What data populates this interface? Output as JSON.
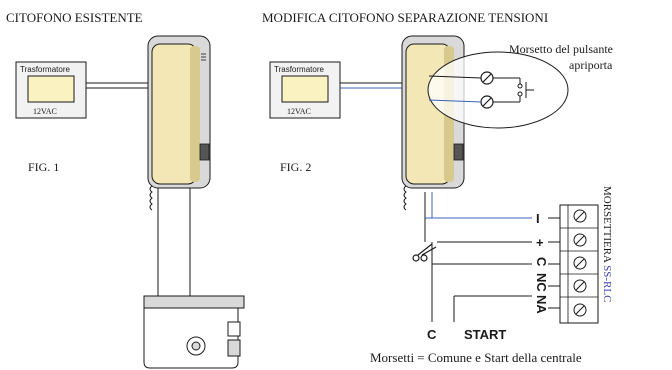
{
  "colors": {
    "ink": "#1a1a1a",
    "phone_body": "#f3e7b6",
    "phone_shadow": "#d8c98c",
    "frame": "#d9d9d9",
    "transformer_box": "#f2f2f2",
    "transformer_core": "#fbf2c2",
    "blue_wire": "#3a63b8",
    "blue_text": "#3a3fb0"
  },
  "fig1": {
    "title": "CITOFONO ESISTENTE",
    "label": "FIG. 1",
    "transformer_title": "Trasformatore",
    "transformer_voltage": "12VAC"
  },
  "fig2": {
    "title": "MODIFICA CITOFONO SEPARAZIONE TENSIONI",
    "label": "FIG. 2",
    "transformer_title": "Trasformatore",
    "transformer_voltage": "12VAC",
    "callout_line1": "Morsetto del pulsante",
    "callout_line2": "apriporta",
    "terminal_labels": [
      "I",
      "+",
      "C",
      "NC",
      "NA"
    ],
    "terminal_block_caption_main": "MORSETTIERA",
    "terminal_block_caption_model": "SS-RLC",
    "bottom_label_c": "C",
    "bottom_label_start": "START",
    "footer": "Morsetti = Comune e Start della centrale"
  },
  "icons": {
    "scissors": "scissors-icon",
    "push_button": "push-button-icon",
    "screw_terminal": "screw-terminal-icon"
  }
}
